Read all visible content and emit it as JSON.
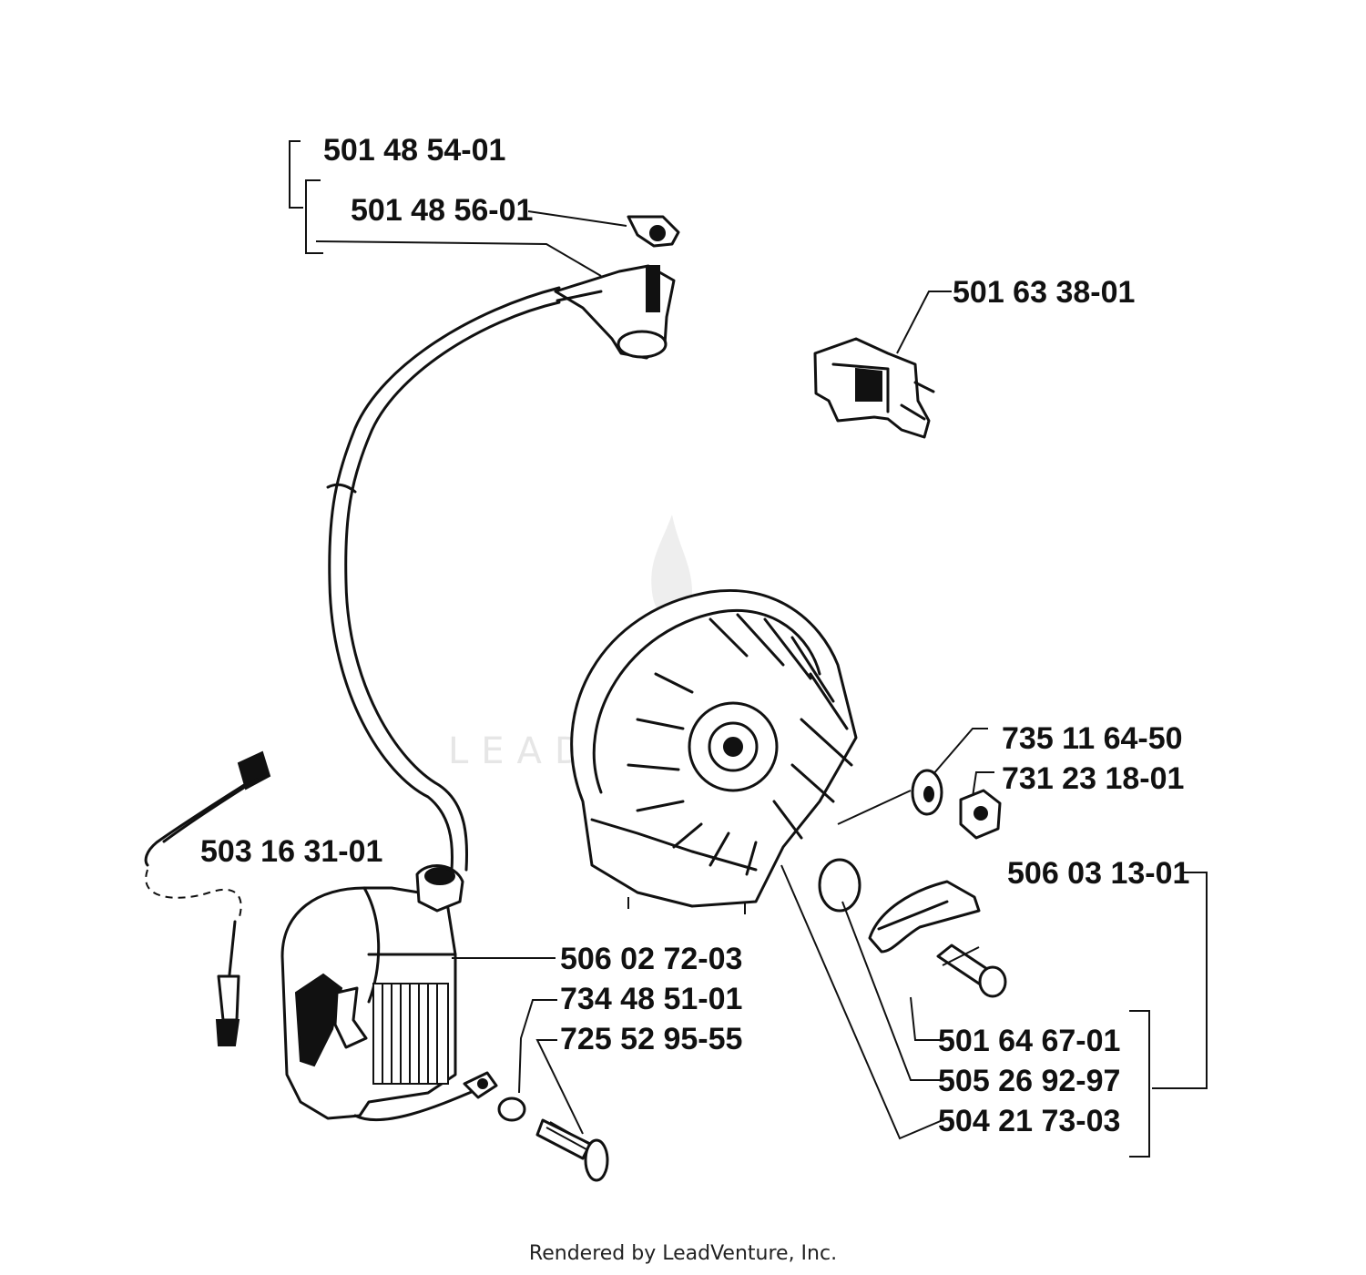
{
  "parts": [
    {
      "id": "p1",
      "number": "501 48 54-01"
    },
    {
      "id": "p2",
      "number": "501 48 56-01"
    },
    {
      "id": "p3",
      "number": "501 63 38-01"
    },
    {
      "id": "p4",
      "number": "735 11 64-50"
    },
    {
      "id": "p5",
      "number": "731 23 18-01"
    },
    {
      "id": "p6",
      "number": "506 03 13-01"
    },
    {
      "id": "p7",
      "number": "503 16 31-01"
    },
    {
      "id": "p8",
      "number": "506 02 72-03"
    },
    {
      "id": "p9",
      "number": "734 48 51-01"
    },
    {
      "id": "p10",
      "number": "725 52 95-55"
    },
    {
      "id": "p11",
      "number": "501 64 67-01"
    },
    {
      "id": "p12",
      "number": "505 26 92-97"
    },
    {
      "id": "p13",
      "number": "504 21 73-03"
    }
  ],
  "watermark": "LEADVENTURE",
  "credit": "Rendered by LeadVenture, Inc."
}
